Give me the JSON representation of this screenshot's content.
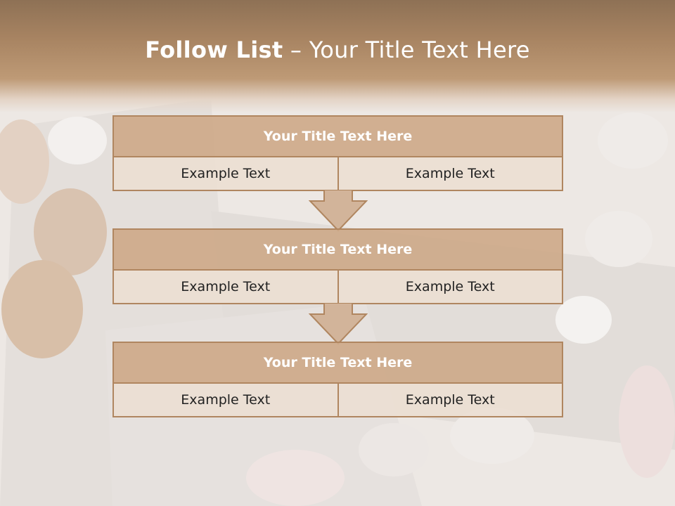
{
  "slide": {
    "title_bold": "Follow List",
    "title_rest": " – Your Title Text Here"
  },
  "steps": [
    {
      "title": "Your Title Text Here",
      "left": "Example Text",
      "right": "Example Text"
    },
    {
      "title": "Your Title Text Here",
      "left": "Example Text",
      "right": "Example Text"
    },
    {
      "title": "Your Title Text Here",
      "left": "Example Text",
      "right": "Example Text"
    }
  ],
  "colors": {
    "header": "#a88462",
    "box_border": "#b08660",
    "box_head": "#cda887",
    "box_cell": "#ecded2",
    "arrow_fill": "#d2b49a"
  },
  "icons": {
    "arrow": "down-arrow-icon"
  }
}
